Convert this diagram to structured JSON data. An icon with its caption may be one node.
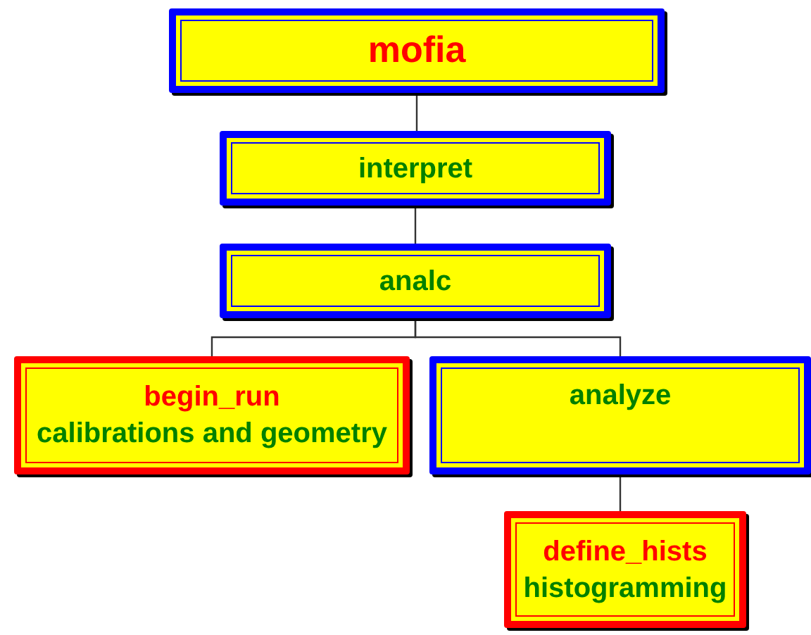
{
  "diagram": {
    "nodes": [
      {
        "text": [
          "mofia"
        ]
      },
      {
        "text": [
          "interpret"
        ]
      },
      {
        "text": [
          "analc"
        ]
      },
      {
        "text": [
          "begin_run",
          "calibrations and geometry"
        ]
      },
      {
        "text": [
          "analyze"
        ]
      },
      {
        "text": [
          "define_hists",
          "histogramming"
        ]
      }
    ],
    "edges": [
      {
        "from": 0,
        "to": 1,
        "arrow": "none"
      },
      {
        "from": 1,
        "to": 2,
        "arrow": "none"
      },
      {
        "from": 2,
        "to": 3,
        "arrow": "none"
      },
      {
        "from": 2,
        "to": 4,
        "arrow": "none"
      },
      {
        "from": 4,
        "to": 5,
        "arrow": "none"
      }
    ]
  }
}
